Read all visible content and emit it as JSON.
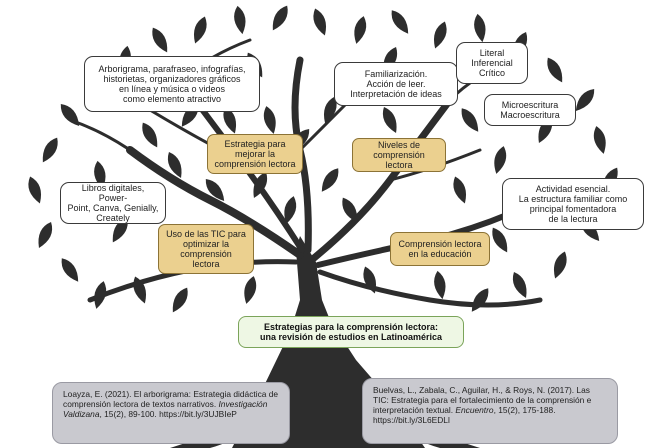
{
  "center_title": "Estrategias para la comprensión lectora:\nuna revisión de estudios en Latinoamérica",
  "main_nodes": {
    "estrategia": "Estrategia para\nmejorar la\ncomprensión lectora",
    "niveles": "Niveles de\ncomprensión lectora",
    "tic": "Uso de las TIC para\noptimizar la\ncomprensión\nlectora",
    "educacion": "Comprensión lectora\nen la educación"
  },
  "detail_nodes": {
    "arborigrama": "Arborigrama, parafraseo, infografías,\nhistorietas, organizadores gráficos\nen línea y música o videos\ncomo elemento atractivo",
    "familiarizacion": "Familiarización.\nAcción de leer.\nInterpretación de ideas",
    "literal": "Literal\nInferencial\nCrítico",
    "microescritura": "Microescritura\nMacroescritura",
    "libros": "Libros digitales, Power-\nPoint, Canva, Genially,\nCreately",
    "actividad": "Actividad esencial.\nLa estructura familiar como\nprincipal fomentadora\nde la lectura"
  },
  "references": {
    "left": {
      "text": "Loayza, E. (2021). El arborigrama: Estrategia didáctica de comprensión lectora de textos narrativos. ",
      "journal": "Investigación Valdizana",
      "tail": ", 15(2), 89-100. https://bit.ly/3UJBIeP"
    },
    "right": {
      "text": "Buelvas, L., Zabala, C., Aguilar, H., & Roys, N. (2017). Las TIC: Estrategia para el fortalecimiento de la comprensión e interpretación textual. ",
      "journal": "Encuentro",
      "tail": ", 15(2), 175-188. https://bit.ly/3L6EDLl"
    }
  },
  "colors": {
    "tree": "#2d2d2d",
    "main_node_fill": "#ebd08f",
    "title_fill": "#eef7e4",
    "title_border": "#7ba45a",
    "reference_fill": "#c9c9cf"
  }
}
